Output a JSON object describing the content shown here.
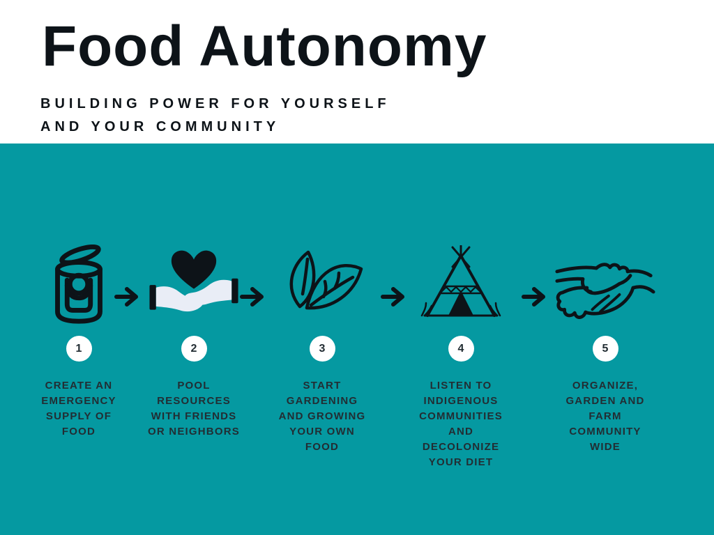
{
  "header": {
    "title": "Food Autonomy",
    "subtitle_line1": "BUILDING POWER FOR YOURSELF",
    "subtitle_line2": "AND YOUR COMMUNITY"
  },
  "steps": [
    {
      "number": "1",
      "icon": "canned-food-icon",
      "label": "CREATE AN EMERGENCY SUPPLY OF FOOD"
    },
    {
      "number": "2",
      "icon": "heart-in-hands-icon",
      "label": "POOL RESOURCES WITH FRIENDS OR NEIGHBORS"
    },
    {
      "number": "3",
      "icon": "leaves-icon",
      "label": "START GARDENING AND GROWING YOUR OWN FOOD"
    },
    {
      "number": "4",
      "icon": "teepee-icon",
      "label": "LISTEN TO INDIGENOUS COMMUNITIES AND DECOLONIZE YOUR DIET"
    },
    {
      "number": "5",
      "icon": "handshake-icon",
      "label": "ORGANIZE, GARDEN AND FARM COMMUNITY WIDE"
    }
  ],
  "colors": {
    "teal_background": "#0599A1",
    "heading_ink": "#0D1318",
    "step_text": "#222D33",
    "icon_ink": "#0D1318",
    "hand_fill": "#E9EDF6",
    "badge_background": "#FFFFFF"
  }
}
